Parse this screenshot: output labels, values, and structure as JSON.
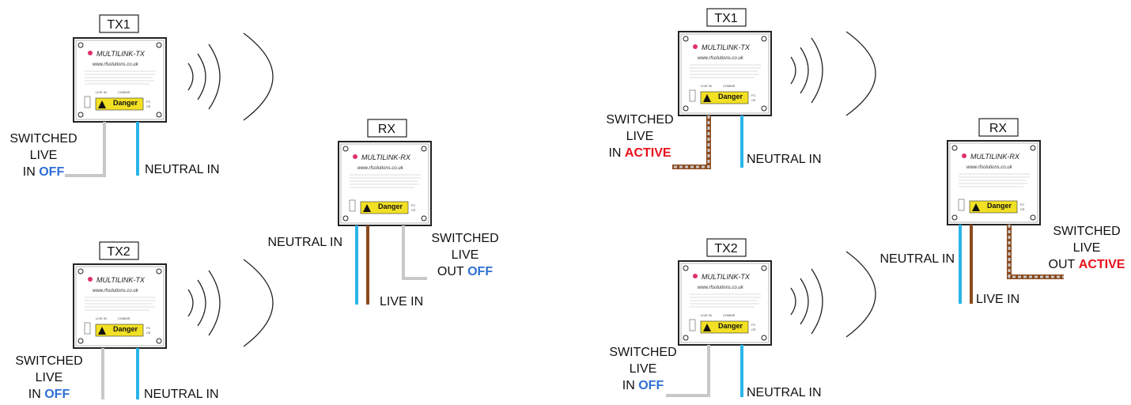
{
  "labels": {
    "tx1": "TX1",
    "tx2": "TX2",
    "rx": "RX",
    "switched": "SWITCHED",
    "live": "LIVE",
    "in_prefix": "IN",
    "out_prefix": "OUT",
    "neutral_in": "NEUTRAL IN",
    "live_in": "LIVE IN",
    "off": "OFF",
    "active": "ACTIVE"
  },
  "device": {
    "tx_brand": "MULTILINK-TX",
    "rx_brand": "MULTILINK-RX",
    "url": "www.rfsolutions.co.uk",
    "danger": "Danger",
    "pin_left": "LIVE IN",
    "pin_right": "COMMS"
  },
  "colors": {
    "neutral_wire": "#29b5e8",
    "live_wire": "#8b4a1e",
    "switched_wire": "#c8c8c8",
    "off_text": "#2f6fd6",
    "active_text": "#e8111b",
    "warning_label": "#f2e024"
  }
}
